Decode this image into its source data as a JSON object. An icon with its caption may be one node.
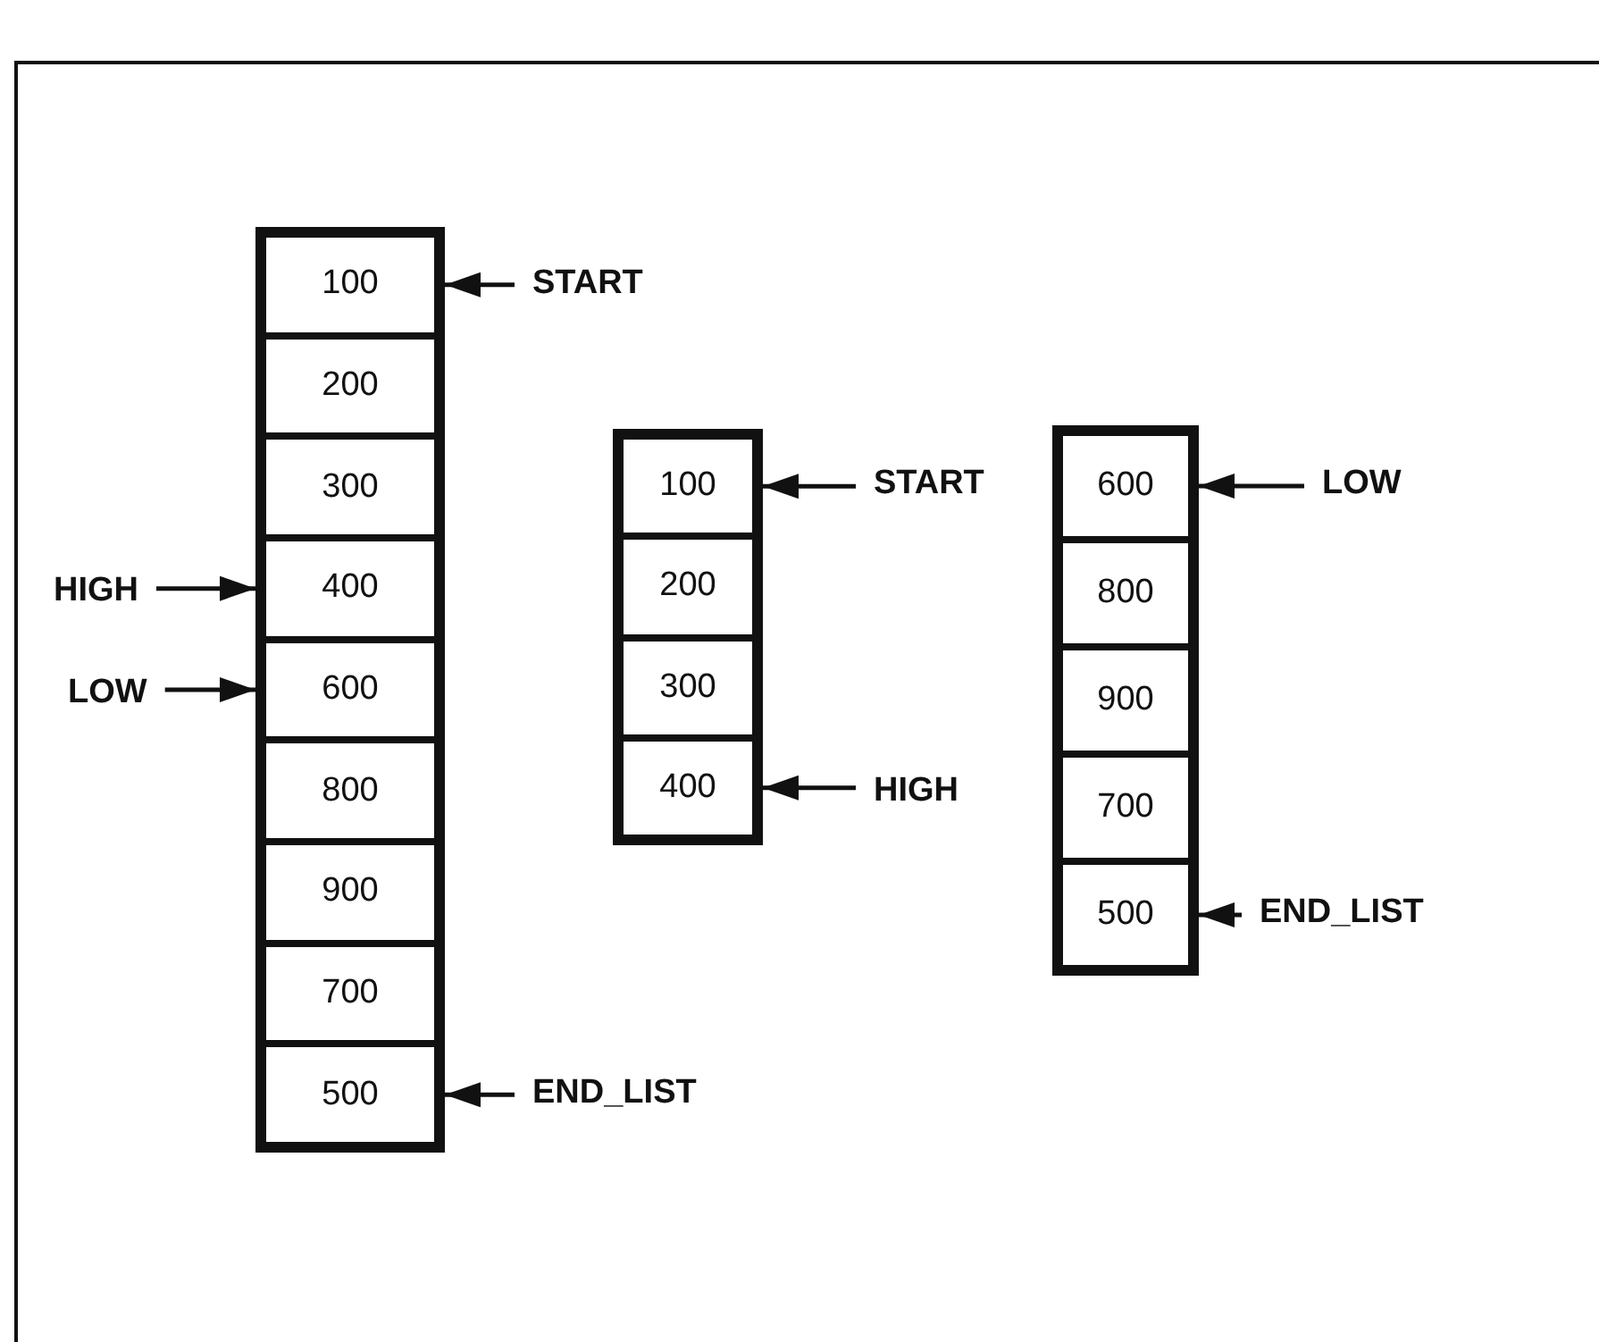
{
  "diagram": {
    "nodes": [
      {
        "text": [],
        "shape": "box"
      },
      {
        "text": [
          "100"
        ],
        "in": 0
      },
      {
        "text": [
          "200"
        ],
        "in": 0
      },
      {
        "text": [
          "300"
        ],
        "in": 0
      },
      {
        "text": [
          "400"
        ],
        "in": 0
      },
      {
        "text": [
          "600"
        ],
        "in": 0
      },
      {
        "text": [
          "800"
        ],
        "in": 0
      },
      {
        "text": [
          "900"
        ],
        "in": 0
      },
      {
        "text": [
          "700"
        ],
        "in": 0
      },
      {
        "text": [
          "500"
        ],
        "in": 0
      },
      {
        "text": [
          "START"
        ]
      },
      {
        "text": [
          "HIGH"
        ]
      },
      {
        "text": [
          "LOW"
        ]
      },
      {
        "text": [
          "END_LIST"
        ]
      },
      {
        "text": [],
        "shape": "box"
      },
      {
        "text": [
          "100"
        ],
        "in": 14
      },
      {
        "text": [
          "200"
        ],
        "in": 14
      },
      {
        "text": [
          "300"
        ],
        "in": 14
      },
      {
        "text": [
          "400"
        ],
        "in": 14
      },
      {
        "text": [
          "START"
        ]
      },
      {
        "text": [
          "HIGH"
        ]
      },
      {
        "text": [],
        "shape": "box"
      },
      {
        "text": [
          "600"
        ],
        "in": 21
      },
      {
        "text": [
          "800"
        ],
        "in": 21
      },
      {
        "text": [
          "900"
        ],
        "in": 21
      },
      {
        "text": [
          "700"
        ],
        "in": 21
      },
      {
        "text": [
          "500"
        ],
        "in": 21
      },
      {
        "text": [
          "LOW"
        ]
      },
      {
        "text": [
          "END_LIST"
        ]
      }
    ],
    "edges": [
      {
        "from": 10,
        "to": 1,
        "arrow": "to"
      },
      {
        "from": 11,
        "to": 4,
        "arrow": "to"
      },
      {
        "from": 12,
        "to": 5,
        "arrow": "to"
      },
      {
        "from": 13,
        "to": 9,
        "arrow": "to"
      },
      {
        "from": 19,
        "to": 15,
        "arrow": "to"
      },
      {
        "from": 20,
        "to": 18,
        "arrow": "to"
      },
      {
        "from": 27,
        "to": 22,
        "arrow": "to"
      },
      {
        "from": 28,
        "to": 26,
        "arrow": "to"
      }
    ]
  }
}
